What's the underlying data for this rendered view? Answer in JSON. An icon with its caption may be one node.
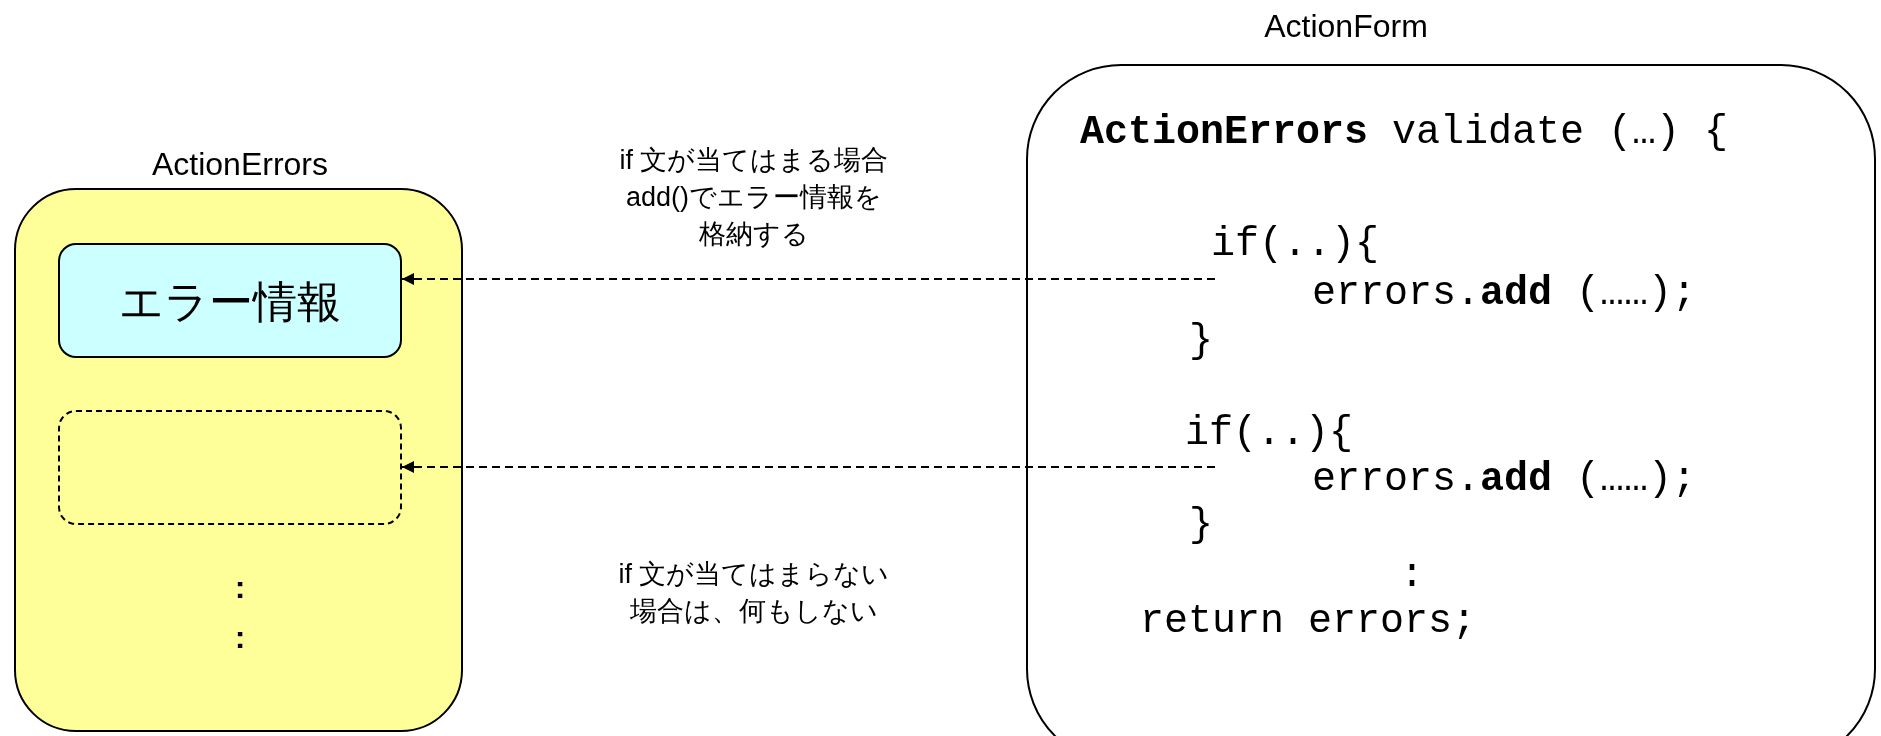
{
  "diagram": {
    "nodes": [
      {
        "text": [
          "ActionErrors",
          ": :"
        ]
      },
      {
        "text": [
          "エラー情報"
        ],
        "in": 0
      },
      {
        "text": [],
        "shape": "box",
        "in": 0
      },
      {
        "text": [
          "ActionForm",
          "**ActionErrors** validate (…) {",
          "if(..){",
          "errors.**add** (……);",
          "}",
          "if(..){",
          "errors.**add** (……);",
          "}",
          ":",
          "return errors;"
        ]
      }
    ],
    "edges": [
      {
        "from": 3,
        "to": 1,
        "arrow": "to",
        "style": "dashed",
        "label": "if 文が当てはまる場合add()でエラー情報を格納する"
      },
      {
        "from": 3,
        "to": 2,
        "arrow": "to",
        "style": "dashed",
        "label": "if 文が当てはまらない場合は、何もしない"
      }
    ]
  }
}
